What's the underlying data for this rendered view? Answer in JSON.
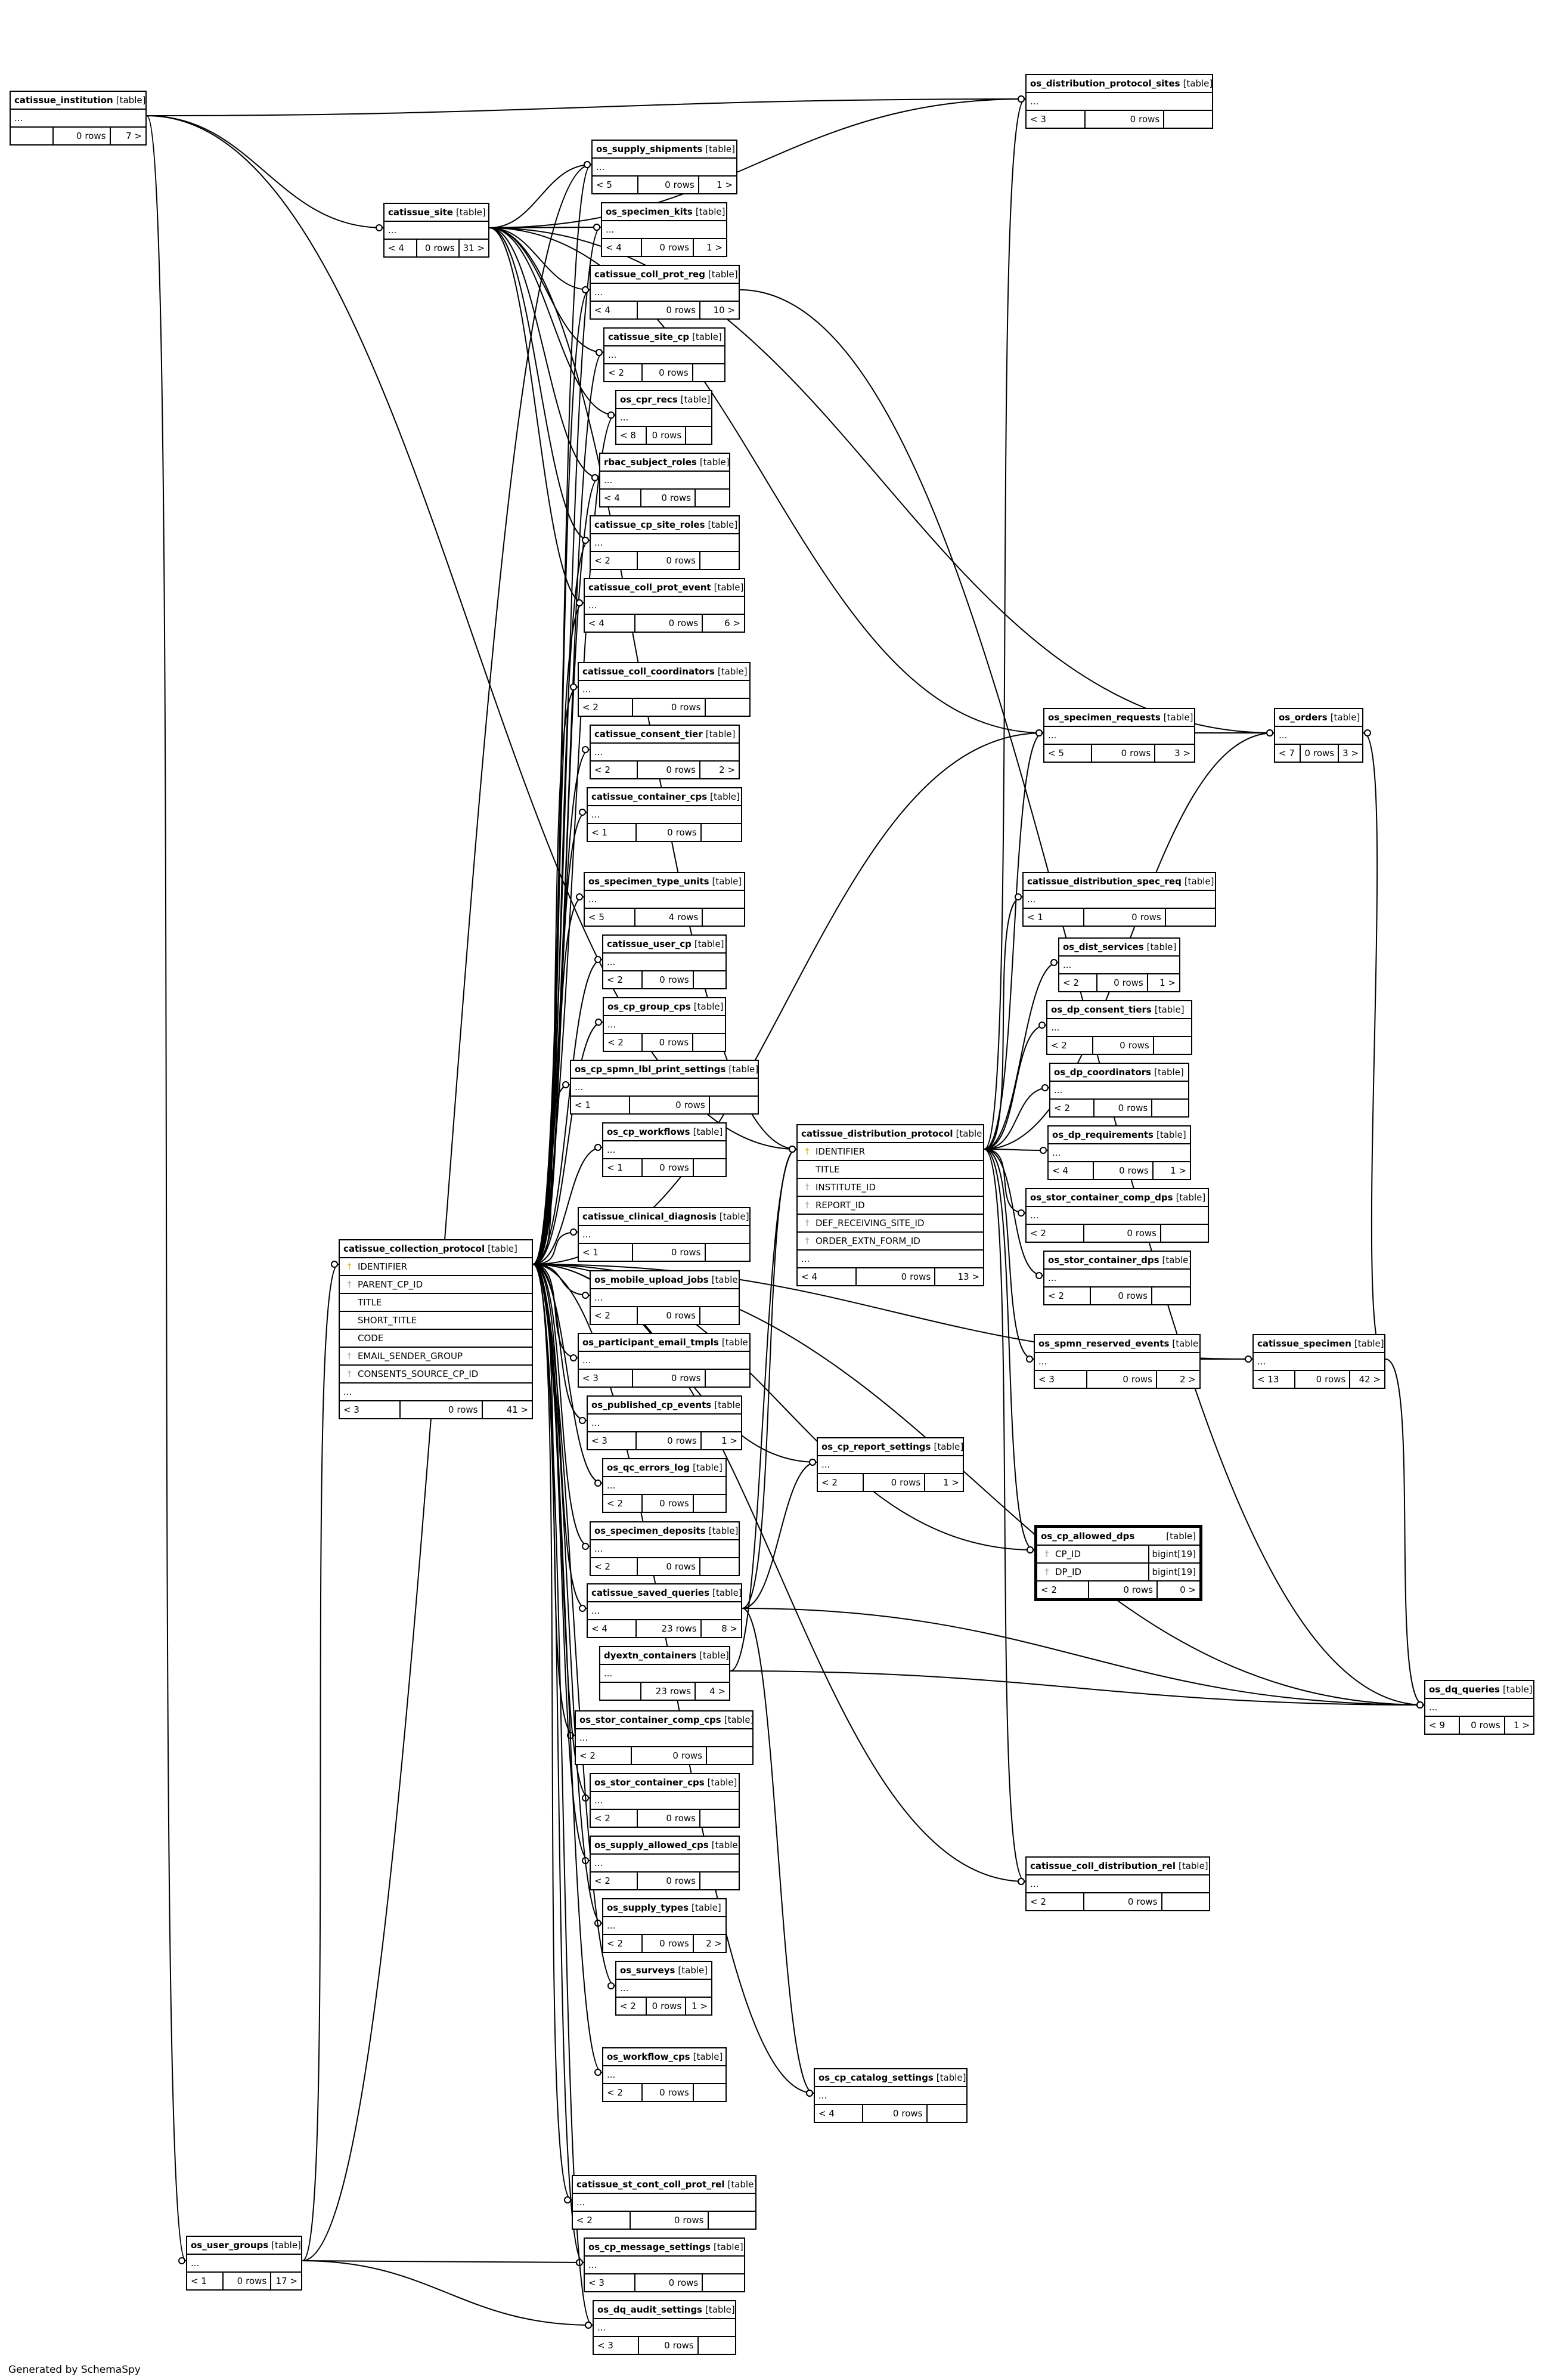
{
  "footer_credit": "Generated by SchemaSpy",
  "kind_label": "[table]",
  "ellipsis": "...",
  "rows_unit": "rows",
  "tables": [
    {
      "id": "catissue_institution",
      "name": "catissue_institution",
      "parents": "",
      "rows": "0",
      "children": "7 >"
    },
    {
      "id": "os_distribution_protocol_sites",
      "name": "os_distribution_protocol_sites",
      "parents": "< 3",
      "rows": "0",
      "children": ""
    },
    {
      "id": "os_supply_shipments",
      "name": "os_supply_shipments",
      "parents": "< 5",
      "rows": "0",
      "children": "1 >"
    },
    {
      "id": "catissue_site",
      "name": "catissue_site",
      "parents": "< 4",
      "rows": "0",
      "children": "31 >"
    },
    {
      "id": "os_specimen_kits",
      "name": "os_specimen_kits",
      "parents": "< 4",
      "rows": "0",
      "children": "1 >"
    },
    {
      "id": "catissue_coll_prot_reg",
      "name": "catissue_coll_prot_reg",
      "parents": "< 4",
      "rows": "0",
      "children": "10 >"
    },
    {
      "id": "catissue_site_cp",
      "name": "catissue_site_cp",
      "parents": "< 2",
      "rows": "0",
      "children": ""
    },
    {
      "id": "os_cpr_recs",
      "name": "os_cpr_recs",
      "parents": "< 8",
      "rows": "0",
      "children": ""
    },
    {
      "id": "rbac_subject_roles",
      "name": "rbac_subject_roles",
      "parents": "< 4",
      "rows": "0",
      "children": ""
    },
    {
      "id": "catissue_cp_site_roles",
      "name": "catissue_cp_site_roles",
      "parents": "< 2",
      "rows": "0",
      "children": ""
    },
    {
      "id": "catissue_coll_prot_event",
      "name": "catissue_coll_prot_event",
      "parents": "< 4",
      "rows": "0",
      "children": "6 >"
    },
    {
      "id": "catissue_coll_coordinators",
      "name": "catissue_coll_coordinators",
      "parents": "< 2",
      "rows": "0",
      "children": ""
    },
    {
      "id": "os_specimen_requests",
      "name": "os_specimen_requests",
      "parents": "< 5",
      "rows": "0",
      "children": "3 >"
    },
    {
      "id": "os_orders",
      "name": "os_orders",
      "parents": "< 7",
      "rows": "0",
      "children": "3 >"
    },
    {
      "id": "catissue_consent_tier",
      "name": "catissue_consent_tier",
      "parents": "< 2",
      "rows": "0",
      "children": "2 >"
    },
    {
      "id": "catissue_container_cps",
      "name": "catissue_container_cps",
      "parents": "< 1",
      "rows": "0",
      "children": ""
    },
    {
      "id": "os_specimen_type_units",
      "name": "os_specimen_type_units",
      "parents": "< 5",
      "rows": "4",
      "children": ""
    },
    {
      "id": "catissue_distribution_spec_req",
      "name": "catissue_distribution_spec_req",
      "parents": "< 1",
      "rows": "0",
      "children": ""
    },
    {
      "id": "catissue_user_cp",
      "name": "catissue_user_cp",
      "parents": "< 2",
      "rows": "0",
      "children": ""
    },
    {
      "id": "os_dist_services",
      "name": "os_dist_services",
      "parents": "< 2",
      "rows": "0",
      "children": "1 >"
    },
    {
      "id": "os_cp_group_cps",
      "name": "os_cp_group_cps",
      "parents": "< 2",
      "rows": "0",
      "children": ""
    },
    {
      "id": "os_dp_consent_tiers",
      "name": "os_dp_consent_tiers",
      "parents": "< 2",
      "rows": "0",
      "children": ""
    },
    {
      "id": "os_cp_spmn_lbl_print_settings",
      "name": "os_cp_spmn_lbl_print_settings",
      "parents": "< 1",
      "rows": "0",
      "children": ""
    },
    {
      "id": "os_dp_coordinators",
      "name": "os_dp_coordinators",
      "parents": "< 2",
      "rows": "0",
      "children": ""
    },
    {
      "id": "os_cp_workflows",
      "name": "os_cp_workflows",
      "parents": "< 1",
      "rows": "0",
      "children": ""
    },
    {
      "id": "os_dp_requirements",
      "name": "os_dp_requirements",
      "parents": "< 4",
      "rows": "0",
      "children": "1 >"
    },
    {
      "id": "os_stor_container_comp_dps",
      "name": "os_stor_container_comp_dps",
      "parents": "< 2",
      "rows": "0",
      "children": ""
    },
    {
      "id": "catissue_clinical_diagnosis",
      "name": "catissue_clinical_diagnosis",
      "parents": "< 1",
      "rows": "0",
      "children": ""
    },
    {
      "id": "os_stor_container_dps",
      "name": "os_stor_container_dps",
      "parents": "< 2",
      "rows": "0",
      "children": ""
    },
    {
      "id": "os_mobile_upload_jobs",
      "name": "os_mobile_upload_jobs",
      "parents": "< 2",
      "rows": "0",
      "children": ""
    },
    {
      "id": "os_spmn_reserved_events",
      "name": "os_spmn_reserved_events",
      "parents": "< 3",
      "rows": "0",
      "children": "2 >"
    },
    {
      "id": "catissue_specimen",
      "name": "catissue_specimen",
      "parents": "< 13",
      "rows": "0",
      "children": "42 >"
    },
    {
      "id": "os_participant_email_tmpls",
      "name": "os_participant_email_tmpls",
      "parents": "< 3",
      "rows": "0",
      "children": ""
    },
    {
      "id": "os_published_cp_events",
      "name": "os_published_cp_events",
      "parents": "< 3",
      "rows": "0",
      "children": "1 >"
    },
    {
      "id": "os_cp_report_settings",
      "name": "os_cp_report_settings",
      "parents": "< 2",
      "rows": "0",
      "children": "1 >"
    },
    {
      "id": "os_qc_errors_log",
      "name": "os_qc_errors_log",
      "parents": "< 2",
      "rows": "0",
      "children": ""
    },
    {
      "id": "os_specimen_deposits",
      "name": "os_specimen_deposits",
      "parents": "< 2",
      "rows": "0",
      "children": ""
    },
    {
      "id": "catissue_saved_queries",
      "name": "catissue_saved_queries",
      "parents": "< 4",
      "rows": "23",
      "children": "8 >"
    },
    {
      "id": "dyextn_containers",
      "name": "dyextn_containers",
      "parents": "",
      "rows": "23",
      "children": "4 >"
    },
    {
      "id": "os_dq_queries",
      "name": "os_dq_queries",
      "parents": "< 9",
      "rows": "0",
      "children": "1 >"
    },
    {
      "id": "os_stor_container_comp_cps",
      "name": "os_stor_container_comp_cps",
      "parents": "< 2",
      "rows": "0",
      "children": ""
    },
    {
      "id": "os_stor_container_cps",
      "name": "os_stor_container_cps",
      "parents": "< 2",
      "rows": "0",
      "children": ""
    },
    {
      "id": "os_supply_allowed_cps",
      "name": "os_supply_allowed_cps",
      "parents": "< 2",
      "rows": "0",
      "children": ""
    },
    {
      "id": "catissue_coll_distribution_rel",
      "name": "catissue_coll_distribution_rel",
      "parents": "< 2",
      "rows": "0",
      "children": ""
    },
    {
      "id": "os_supply_types",
      "name": "os_supply_types",
      "parents": "< 2",
      "rows": "0",
      "children": "2 >"
    },
    {
      "id": "os_surveys",
      "name": "os_surveys",
      "parents": "< 2",
      "rows": "0",
      "children": "1 >"
    },
    {
      "id": "os_workflow_cps",
      "name": "os_workflow_cps",
      "parents": "< 2",
      "rows": "0",
      "children": ""
    },
    {
      "id": "os_cp_catalog_settings",
      "name": "os_cp_catalog_settings",
      "parents": "< 4",
      "rows": "0",
      "children": ""
    },
    {
      "id": "catissue_st_cont_coll_prot_rel",
      "name": "catissue_st_cont_coll_prot_rel",
      "parents": "< 2",
      "rows": "0",
      "children": ""
    },
    {
      "id": "os_user_groups",
      "name": "os_user_groups",
      "parents": "< 1",
      "rows": "0",
      "children": "17 >"
    },
    {
      "id": "os_cp_message_settings",
      "name": "os_cp_message_settings",
      "parents": "< 3",
      "rows": "0",
      "children": ""
    },
    {
      "id": "os_dq_audit_settings",
      "name": "os_dq_audit_settings",
      "parents": "< 3",
      "rows": "0",
      "children": ""
    },
    {
      "id": "catissue_collection_protocol",
      "name": "catissue_collection_protocol",
      "parents": "< 3",
      "rows": "0",
      "children": "41 >",
      "columns": [
        {
          "key": "pk",
          "name": "IDENTIFIER"
        },
        {
          "key": "fk",
          "name": "PARENT_CP_ID"
        },
        {
          "key": "",
          "name": "TITLE"
        },
        {
          "key": "",
          "name": "SHORT_TITLE"
        },
        {
          "key": "",
          "name": "CODE"
        },
        {
          "key": "fk",
          "name": "EMAIL_SENDER_GROUP"
        },
        {
          "key": "fk",
          "name": "CONSENTS_SOURCE_CP_ID"
        }
      ]
    },
    {
      "id": "catissue_distribution_protocol",
      "name": "catissue_distribution_protocol",
      "parents": "< 4",
      "rows": "0",
      "children": "13 >",
      "columns": [
        {
          "key": "pk",
          "name": "IDENTIFIER"
        },
        {
          "key": "",
          "name": "TITLE"
        },
        {
          "key": "fk",
          "name": "INSTITUTE_ID"
        },
        {
          "key": "fk",
          "name": "REPORT_ID"
        },
        {
          "key": "fk",
          "name": "DEF_RECEIVING_SITE_ID"
        },
        {
          "key": "fk",
          "name": "ORDER_EXTN_FORM_ID"
        }
      ]
    },
    {
      "id": "os_cp_allowed_dps",
      "name": "os_cp_allowed_dps",
      "parents": "< 2",
      "rows": "0",
      "children": "0 >",
      "selected": true,
      "columns": [
        {
          "key": "fk",
          "name": "CP_ID",
          "type": "bigint[19]"
        },
        {
          "key": "fk",
          "name": "DP_ID",
          "type": "bigint[19]"
        }
      ]
    }
  ]
}
